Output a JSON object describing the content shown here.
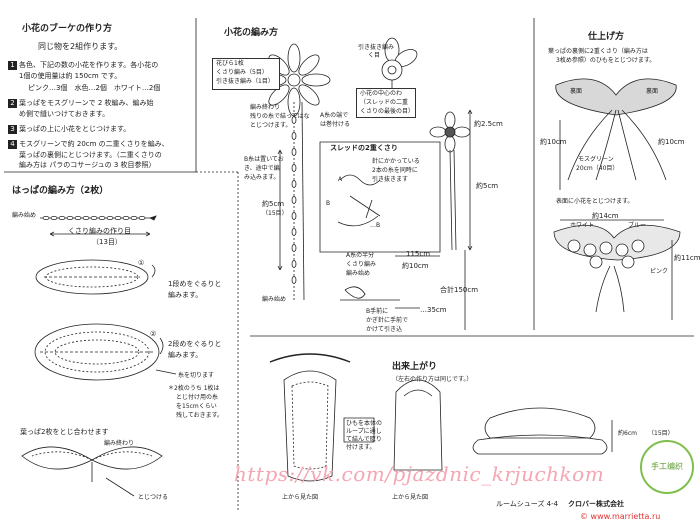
{
  "bouquet": {
    "title": "小花のブーケの作り方",
    "subtitle": "同じ物を2組作ります。",
    "step1_a": "各色、下記の数の小花を作ります。各小花の",
    "step1_b": "1個の使用量は約 150cm です。",
    "step1_colors": "ピンク…3個　水色…2個　ホワイト…2個",
    "step2_a": "葉っぱをモスグリーンで 2 枚編み、編み始",
    "step2_b": "め側で縫いつけておきます。",
    "step3": "葉っぱの上に小花をとじつけます。",
    "step4_a": "モスグリーンで約 20cm の二重くさりを編み、",
    "step4_b": "葉っぱの裏側にとじつけます。（二重くさりの",
    "step4_c": "編み方は パラのコサージュの 3 枚目参照）",
    "nums": [
      "1",
      "2",
      "3",
      "4"
    ]
  },
  "leaf": {
    "title": "はっぱの編み方（2枚）",
    "start_label": "編み始め",
    "chain_label": "くさり編みの作り目",
    "chain_count": "（13目）",
    "round1_a": "1段めをぐるりと",
    "round1_b": "編みます。",
    "round2_a": "2段めをぐるりと",
    "round2_b": "編みます。",
    "cut_label": "糸を切ります",
    "note_a": "＊2枚のうち 1枚は",
    "note_b": "とじ付け用の糸",
    "note_c": "を15cmくらい",
    "note_d": "残しておきます。",
    "pair_caption": "葉っぱ2枚をとじ合わせます",
    "end_label": "編み終わり",
    "stitch_label": "とじつける",
    "marks": [
      "①",
      "②"
    ]
  },
  "flower": {
    "title": "小花の編み方",
    "petals_a": "花びら1枚",
    "petals_b": "くさり編み（5目）",
    "petals_c": "引き抜き編み（1目）",
    "center_a": "引き抜き編み",
    "center_b": "く目",
    "center_c": "小花の中心のわ",
    "center_d": "（スレッドの二重",
    "center_e": "くさりの最後の目）",
    "end_a": "編み終わり",
    "end_b": "残りの糸で結ってはな",
    "end_c": "とじつけます。",
    "start_a": "A糸の端で",
    "start_b": "は巻付ける",
    "b_a": "B糸は置いてお",
    "b_b": "き、途中で編",
    "b_c": "み込みます。",
    "len_5": "約5cm",
    "len_15": "（15目）",
    "start_label": "編み始め",
    "thread_title": "スレッドの2重くさり",
    "thread_a": "針にかかっている",
    "thread_b": "2本の糸を同時に",
    "thread_c": "引き抜きます",
    "label_a": "A",
    "label_b": "B",
    "b_arrow": "…B",
    "a_half_a": "A糸の半分",
    "a_half_b": "くさり編み",
    "a_half_c": "編み始め",
    "len_115": "115cm",
    "len_10cm": "約10cm",
    "total": "合計150cm",
    "b_hand_a": "B手前に",
    "b_hand_b": "かぎ針に手前で",
    "b_hand_c": "かけて引き込",
    "len_35": "…35cm",
    "len_25": "約2.5cm",
    "len_5b": "約5cm"
  },
  "finish": {
    "title": "仕上げ方",
    "step_a": "葉っぱの裏側に2重くさり（編み方は",
    "step_b": "3枚め参照）のひもをとじつけます。",
    "back_label": "裏面",
    "len_10": "約10cm",
    "moss_a": "モスグリーン",
    "moss_b": "20cm（40目）",
    "face_label": "表面に小花をとじつけます。",
    "len_14": "約14cm",
    "white": "ホワイト",
    "blue": "ブルー",
    "pink": "ピンク",
    "len_11": "約11cm"
  },
  "result": {
    "title": "出来上がり",
    "subtitle": "（左右の作り方は同じです。）",
    "note_a": "ひもを本体の",
    "note_b": "ループに通し",
    "note_c": "て結んで取り",
    "note_d": "付けます。",
    "view_a": "上から見た図",
    "view_b": "上から見た図",
    "len_6": "約6cm",
    "len_15": "（15目）",
    "footer": "ルームシューズ 4-4",
    "brand": "クロバー株式会社"
  },
  "watermark": {
    "url": "https://vk.com/pjazdnic_krjuchkom",
    "site": "© www.marrietta.ru",
    "stamp": "手工编织"
  }
}
